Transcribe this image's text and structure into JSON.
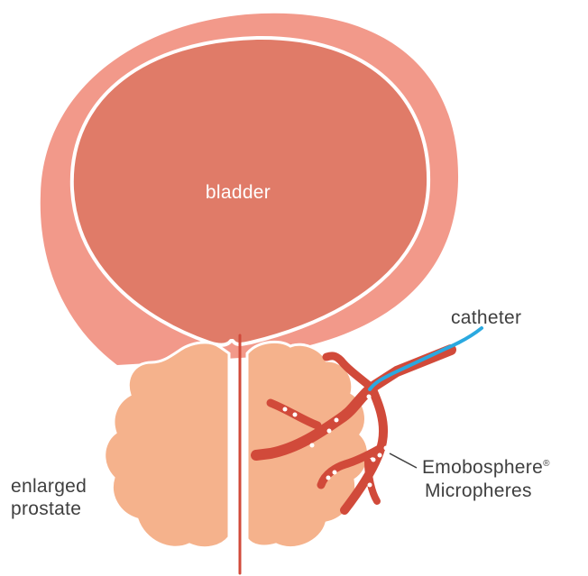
{
  "labels": {
    "bladder": "bladder",
    "catheter": "catheter",
    "prostate_line1": "enlarged",
    "prostate_line2": "prostate",
    "microspheres_line1": "Emobosphere",
    "microspheres_registered": "®",
    "microspheres_line2": "Micropheres"
  },
  "colors": {
    "bladder_wall": "#f2998a",
    "bladder_inner": "#e07b68",
    "prostate": "#f5b28c",
    "vessel": "#d14a3a",
    "catheter": "#2aa9e0",
    "urethra_line": "#d14a3a",
    "text": "#3f3f3f",
    "microsphere": "#ffffff"
  }
}
